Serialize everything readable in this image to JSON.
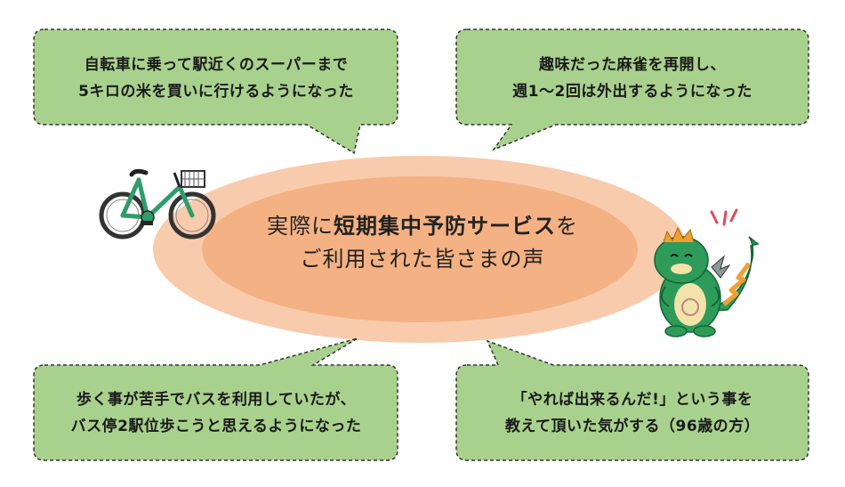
{
  "center": {
    "line1_prefix": "実際に",
    "line1_emphasis": "短期集中予防サービス",
    "line1_suffix": "を",
    "line2": "ご利用された皆さまの声"
  },
  "bubbles": [
    {
      "lines": [
        "自転車に乗って駅近くのスーパーまで",
        "5キロの米を買いに行けるようになった"
      ]
    },
    {
      "lines": [
        "趣味だった麻雀を再開し、",
        "週1〜2回は外出するようになった"
      ]
    },
    {
      "lines": [
        "歩く事が苦手でバスを利用していたが、",
        "バス停2駅位歩こうと思えるようになった"
      ]
    },
    {
      "lines": [
        "「やれば出来るんだ!」という事を",
        "教えて頂いた気がする（96歳の方）"
      ]
    }
  ],
  "icons": [
    "bicycle-icon",
    "dragon-mascot-icon"
  ],
  "colors": {
    "bubble_fill": "#a9d18e",
    "outer_ellipse": "#f8cbad",
    "inner_ellipse": "#f4b183",
    "bike_green": "#2e9d6a",
    "dragon_green": "#2e9b5b"
  }
}
